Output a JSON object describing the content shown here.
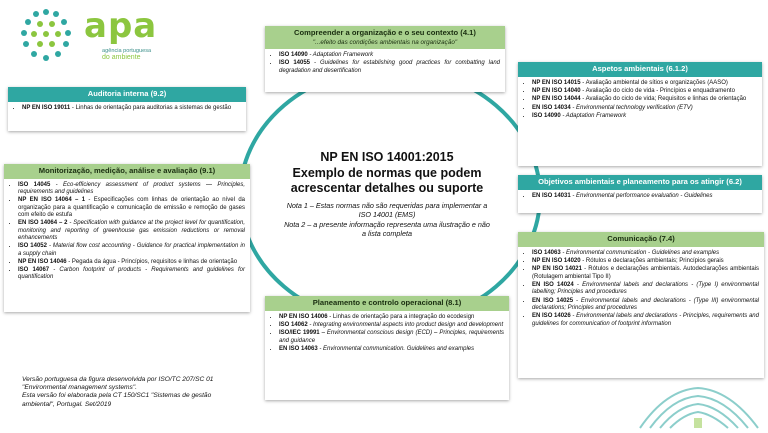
{
  "logo": {
    "name": "apa",
    "subtitle_line1": "agência portuguesa",
    "subtitle_line2": "do ambiente"
  },
  "center": {
    "title_line1": "NP EN ISO 14001:2015",
    "title_line2": "Exemplo de normas que podem",
    "title_line3": "acrescentar detalhes ou suporte",
    "note1": "Nota 1 – Estas normas não são requeridas para implementar a ISO 14001 (EMS)",
    "note2": "Nota 2 – a presente informação representa uma ilustração e não a lista completa"
  },
  "boxes": {
    "context": {
      "title": "Compreender a organização e o seu contexto (4.1)",
      "subtitle": "\"...efeito das condições ambientais na organização\"",
      "items": [
        {
          "code": "ISO 14090",
          "text": " - Adaptation Framework"
        },
        {
          "code": "ISO 14055",
          "text": " - Guidelines for establishing good practices for combatting land degradation and desertification"
        }
      ]
    },
    "audit": {
      "title": "Auditoria interna (9.2)",
      "items": [
        {
          "code": "NP EN ISO 19011",
          "text": " - Linhas de orientação para auditorias a sistemas de gestão"
        }
      ]
    },
    "monitoring": {
      "title": "Monitorização, medição, análise e avaliação (9.1)",
      "items": [
        {
          "code": "ISO 14045",
          "text": " - Eco-efficiency assessment of product systems — Principles, requirements and guidelines"
        },
        {
          "code": "NP EN ISO 14064 – 1",
          "text": " - Especificações com linhas de orientação ao nível da organização para a quantificação e comunicação de emissão e remoção de gases com efeito de estufa"
        },
        {
          "code": "EN ISO 14064 – 2",
          "text": " - Specification with guidance at the project level for quantification, monitoring and reporting of greenhouse gas emission reductions or removal enhancements"
        },
        {
          "code": "ISO 14052",
          "text": " - Material flow cost accounting - Guidance for practical implementation in a supply chain"
        },
        {
          "code": "NP EN ISO 14046",
          "text": " - Pegada da água - Princípios, requisitos e linhas de orientação"
        },
        {
          "code": "ISO 14067",
          "text": " - Carbon footprint of products - Requirements and guidelines for quantification"
        }
      ]
    },
    "aspects": {
      "title": "Aspetos ambientais (6.1.2)",
      "items": [
        {
          "code": "NP EN ISO 14015",
          "text": " - Avaliação ambiental de sítios e organizações (AASO)"
        },
        {
          "code": "NP EN ISO 14040",
          "text": " - Avaliação do ciclo de vida - Princípios e enquadramento"
        },
        {
          "code": "NP EN ISO 14044",
          "text": " - Avaliação do ciclo de vida; Requisitos e linhas de orientação"
        },
        {
          "code": "EN ISO 14034",
          "text": " - Environmental technology verification (ETV)"
        },
        {
          "code": "ISO 14090",
          "text": " - Adaptation Framework"
        }
      ]
    },
    "objectives": {
      "title": "Objetivos ambientais e planeamento para os atingir (6.2)",
      "items": [
        {
          "code": "EN ISO 14031",
          "text": " - Environmental performance evaluation - Guidelines"
        }
      ]
    },
    "communication": {
      "title": "Comunicação (7.4)",
      "items": [
        {
          "code": "ISO 14063",
          "text": " - Environmental communication - Guidelines and examples"
        },
        {
          "code": "NP EN ISO 14020",
          "text": " - Rótulos e declarações ambientais; Princípios gerais"
        },
        {
          "code": "NP EN ISO 14021",
          "text": " - Rótulos e declarações ambientais. Autodeclarações ambientais (Rotulagem ambiental Tipo II)"
        },
        {
          "code": "EN ISO 14024",
          "text": " - Environmental labels and declarations - (Type I) environmental labelling; Principles and procedures"
        },
        {
          "code": "EN ISO 14025",
          "text": " - Environmental labels and declarations - (Type III) environmental declarations; Principles and procedures"
        },
        {
          "code": "EN ISO 14026",
          "text": " - Environmental labels and declarations - Principles, requirements and guidelines for communication of footprint information"
        }
      ]
    },
    "planning": {
      "title": "Planeamento e controlo operacional (8.1)",
      "items": [
        {
          "code": "NP EN ISO 14006",
          "text": " - Linhas de orientação para a integração do ecodesign"
        },
        {
          "code": "ISO 14062",
          "text": " - Integrating environmental aspects into product design and development"
        },
        {
          "code": "ISO/IEC 19991",
          "text": " – Environmental conscious design (ECD) – Principles, requirements and guidance"
        },
        {
          "code": "EN ISO 14063",
          "text": " - Environmental communication. Guidelines and examples"
        }
      ]
    }
  },
  "footer": {
    "line1": "Versão portuguesa da figura desenvolvida por ISO/TC 207/SC 01 \"Environmental management systems\".",
    "line2": "Esta versão foi elaborada pela CT 150/SC1 \"Sistemas de gestão ambiental\", Portugal. Set/2019"
  },
  "colors": {
    "teal": "#2fa7a2",
    "green": "#a8d08d",
    "ring": "#2fa7a2"
  }
}
